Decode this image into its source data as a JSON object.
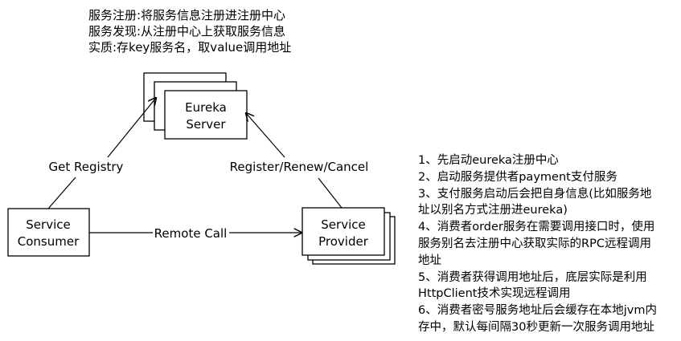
{
  "notes": {
    "lines": [
      "服务注册:将服务信息注册进注册中心",
      "服务发现:从注册中心上获取服务信息",
      "实质:存key服务名，取value调用地址"
    ]
  },
  "nodes": {
    "eureka": {
      "line1": "Eureka",
      "line2": "Server"
    },
    "consumer": {
      "line1": "Service",
      "line2": "Consumer"
    },
    "provider": {
      "line1": "Service",
      "line2": "Provider"
    }
  },
  "edges": {
    "get_registry": "Get Registry",
    "register": "Register/Renew/Cancel",
    "remote_call": "Remote Call"
  },
  "steps": {
    "lines": [
      "1、先启动eureka注册中心",
      "2、启动服务提供者payment支付服务",
      "3、支付服务启动后会把自身信息(比如服务地",
      "址以别名方式注册进eureka)",
      "4、消费者order服务在需要调用接口时，使用",
      "服务别名去注册中心获取实际的RPC远程调用",
      "地址",
      "5、消费者获得调用地址后，底层实际是利用",
      "HttpClient技术实现远程调用",
      "6、消费者密号服务地址后会缓存在本地jvm内",
      "存中，默认每间隔30秒更新一次服务调用地址"
    ]
  }
}
